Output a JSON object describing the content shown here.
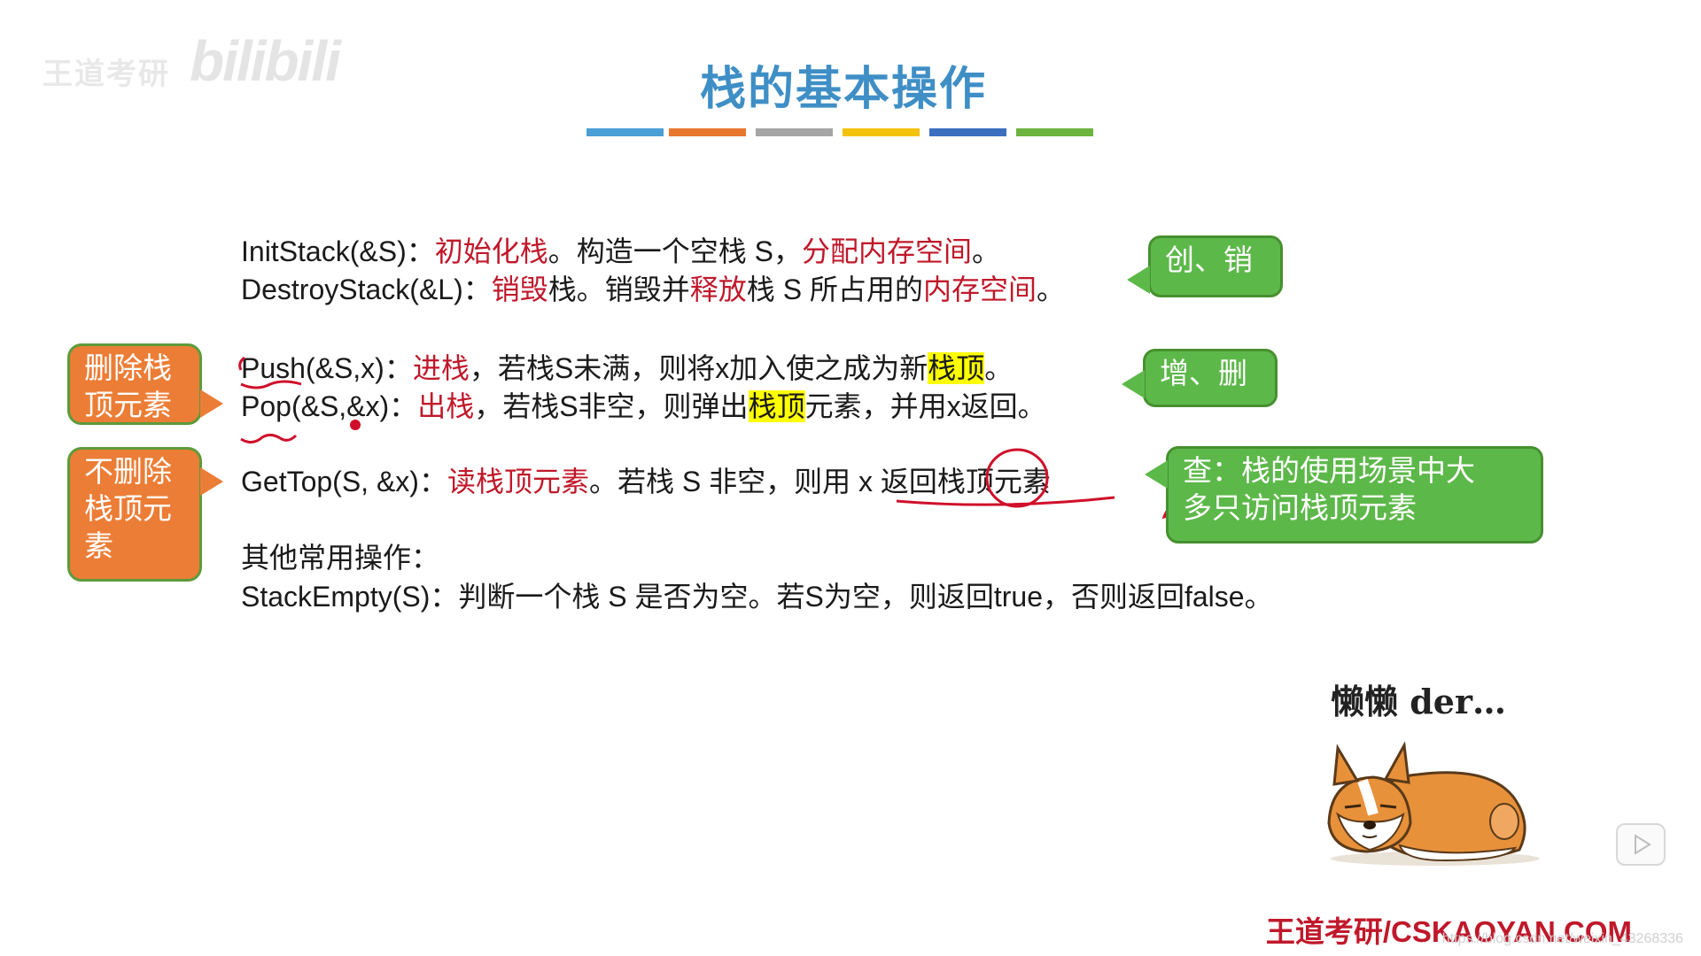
{
  "watermark": {
    "left": "王道考研",
    "logo": "bilibili"
  },
  "title": "栈的基本操作",
  "title_bar_colors": [
    "#4a9fd6",
    "#e8772e",
    "#a5a5a5",
    "#f4c20d",
    "#3c6fbf",
    "#6db33f"
  ],
  "lines": {
    "init": [
      {
        "t": "InitStack(&S)：",
        "c": "n"
      },
      {
        "t": "初始化栈",
        "c": "r"
      },
      {
        "t": "。构造一个空栈 S，",
        "c": "n"
      },
      {
        "t": "分配内存空间",
        "c": "r"
      },
      {
        "t": "。",
        "c": "n"
      }
    ],
    "destroy": [
      {
        "t": "DestroyStack(&L)：",
        "c": "n"
      },
      {
        "t": "销毁",
        "c": "r"
      },
      {
        "t": "栈。销毁并",
        "c": "n"
      },
      {
        "t": "释放",
        "c": "r"
      },
      {
        "t": "栈 S 所占用的",
        "c": "n"
      },
      {
        "t": "内存空间",
        "c": "r"
      },
      {
        "t": "。",
        "c": "n"
      }
    ],
    "push": [
      {
        "t": "Push(&S,x)：",
        "c": "n"
      },
      {
        "t": "进栈",
        "c": "r"
      },
      {
        "t": "，若栈S未满，则将x加入使之成为新",
        "c": "n"
      },
      {
        "t": "栈顶",
        "c": "h"
      },
      {
        "t": "。",
        "c": "n"
      }
    ],
    "pop": [
      {
        "t": "Pop(&S,&x)：",
        "c": "n"
      },
      {
        "t": "出栈",
        "c": "r"
      },
      {
        "t": "，若栈S非空，则弹出",
        "c": "n"
      },
      {
        "t": "栈顶",
        "c": "h"
      },
      {
        "t": "元素，并用x返回。",
        "c": "n"
      }
    ],
    "gettop": [
      {
        "t": "GetTop(S, &x)：",
        "c": "n"
      },
      {
        "t": "读栈顶元素",
        "c": "r"
      },
      {
        "t": "。若栈 S 非空，则用 x 返回栈顶元素",
        "c": "n"
      }
    ],
    "other": [
      {
        "t": "其他常用操作：",
        "c": "n"
      }
    ],
    "empty": [
      {
        "t": "StackEmpty(S)：判断一个栈 S 是否为空。若S为空，则返回true，否则返回false。",
        "c": "n"
      }
    ]
  },
  "bubbles": {
    "delete_top": "删除栈顶元素",
    "no_delete_top": "不删除栈顶元素",
    "create_destroy": "创、销",
    "add_delete": "增、删",
    "query_1": "查：栈的使用场景中大",
    "query_2": "多只访问栈顶元素"
  },
  "mascot_caption": "懒懒 der…",
  "footer": "王道考研/CSKAOYAN.COM",
  "faint_url": "https://blog.csdn.net/weixin_43268336",
  "colors": {
    "title": "#3f8fc6",
    "red": "#c0182a",
    "orange": "#ec7d36",
    "green": "#5db84a",
    "highlight": "#ffff00"
  }
}
